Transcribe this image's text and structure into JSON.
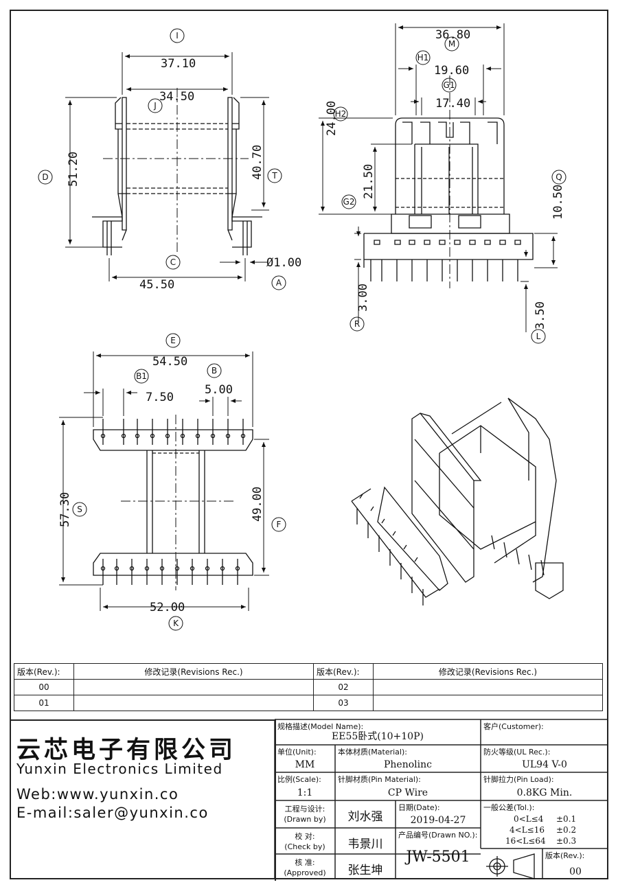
{
  "dims": {
    "d36_80": "36.80",
    "d37_10": "37.10",
    "d34_50": "34.50",
    "d51_20": "51.20",
    "d40_70": "40.70",
    "d45_50": "45.50",
    "d1_00": "Ø1.00",
    "d19_60": "19.60",
    "d17_40": "17.40",
    "d24_00": "24.00",
    "d21_50": "21.50",
    "d10_50": "10.50",
    "d3_00": "3.00",
    "d3_50": "3.50",
    "d54_50": "54.50",
    "d7_50": "7.50",
    "d5_00": "5.00",
    "d57_30": "57.30",
    "d49_00": "49.00",
    "d52_00": "52.00"
  },
  "tags": {
    "I": "I",
    "J": "J",
    "D": "D",
    "T": "T",
    "C": "C",
    "A": "A",
    "M": "M",
    "H1": "H1",
    "G1": "G1",
    "H2": "H2",
    "G2": "G2",
    "Q": "Q",
    "R": "R",
    "L": "L",
    "E": "E",
    "B1": "B1",
    "B": "B",
    "S": "S",
    "F": "F",
    "K": "K"
  },
  "revisions": {
    "rev_header": "版本(Rev.):",
    "rec_header": "修改记录(Revisions Rec.)",
    "rows": [
      [
        "00",
        "",
        "02",
        ""
      ],
      [
        "01",
        "",
        "03",
        ""
      ]
    ]
  },
  "company": {
    "name_cn": "云芯电子有限公司",
    "name_en": "Yunxin Electronics Limited",
    "web": "Web:www.yunxin.co",
    "email": "E-mail:saler@yunxin.co"
  },
  "titleblock": {
    "model_label": "规格描述(Model Name):",
    "model": "EE55卧式(10+10P)",
    "customer_label": "客户(Customer):",
    "customer": "",
    "unit_label": "单位(Unit):",
    "unit": "MM",
    "material_label": "本体材质(Material):",
    "material": "Phenolinc",
    "ul_label": "防火等级(UL Rec.):",
    "ul": "UL94 V-0",
    "scale_label": "比例(Scale):",
    "scale": "1:1",
    "pin_material_label": "针脚材质(Pin Material):",
    "pin_material": "CP Wire",
    "pin_load_label": "针脚拉力(Pin Load):",
    "pin_load": "0.8KG Min.",
    "drawn_cn": "工程与设计:",
    "drawn_en": "(Drawn by)",
    "drawn_name": "刘水强",
    "check_cn": "校  对:",
    "check_en": "(Check by)",
    "check_name": "韦景川",
    "approved_cn": "核  准:",
    "approved_en": "(Approved)",
    "approved_name": "张生坤",
    "date_label": "日期(Date):",
    "date": "2019-04-27",
    "drawn_no_label": "产品编号(Drawn NO.):",
    "drawn_no": "JW-5501",
    "tol_label": "一般公差(Tol.):",
    "tol": [
      [
        "0<L≤4",
        "±0.1"
      ],
      [
        "4<L≤16",
        "±0.2"
      ],
      [
        "16<L≤64",
        "±0.3"
      ]
    ],
    "rev_label": "版本(Rev.):",
    "rev": "00"
  }
}
